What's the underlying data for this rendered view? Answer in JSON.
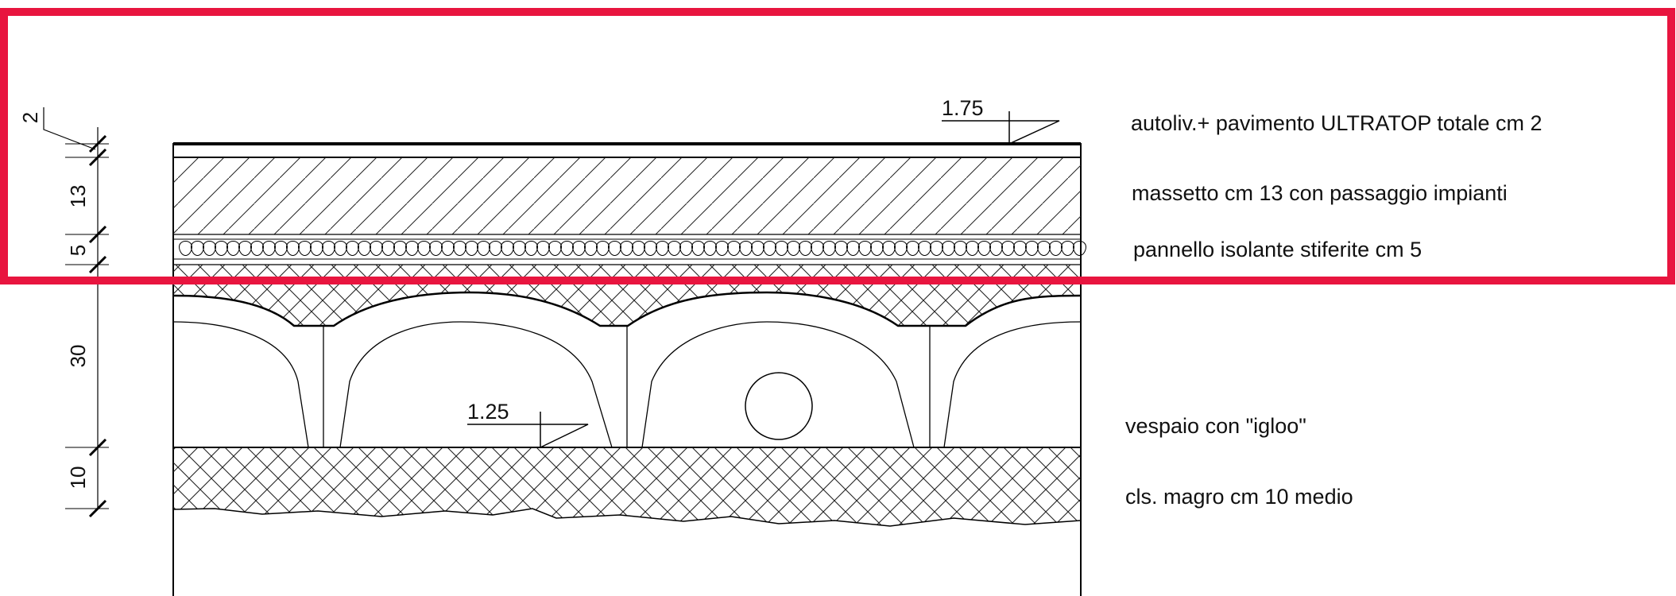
{
  "elevations": {
    "top": "1.75",
    "bottom": "1.25"
  },
  "dimensions": [
    "2",
    "13",
    "5",
    "30",
    "10"
  ],
  "layers": [
    "autoliv.+ pavimento ULTRATOP totale cm 2",
    "massetto cm 13 con passaggio impianti",
    "pannello isolante stiferite cm 5",
    "vespaio con \"igloo\"",
    "cls. magro cm 10 medio"
  ],
  "colors": {
    "highlight": "#e8153f",
    "line": "#000000",
    "background": "#ffffff"
  }
}
